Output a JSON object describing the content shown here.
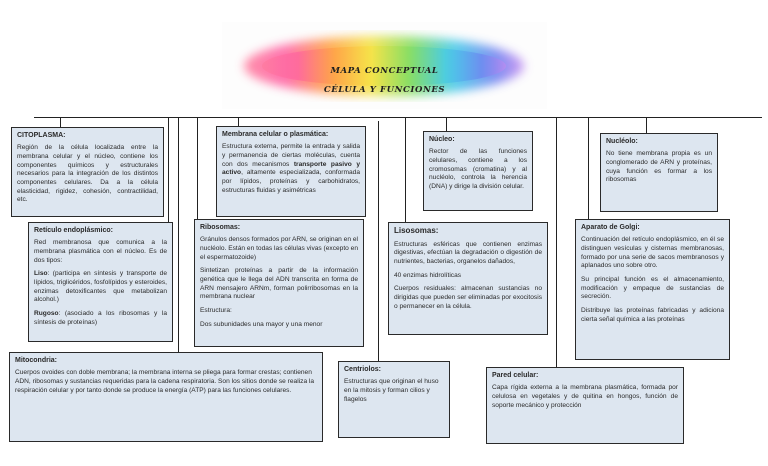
{
  "title": {
    "line1": "MAPA CONCEPTUAL",
    "line2": "CÉLULA Y FUNCIONES"
  },
  "boxes": {
    "citoplasma": {
      "title": "CITOPLASMA:",
      "text": "Región de la célula localizada entre la membrana celular y el núcleo, contiene los componentes químicos y estructurales necesarios para la integración de los distintos componentes celulares. Da a la célula elasticidad, rigidez, cohesión, contractilidad, etc."
    },
    "membrana": {
      "title": "Membrana celular o plasmática:",
      "text_a": "Estructura externa, permite la entrada y salida y permanencia de ciertas moléculas, cuenta con dos mecanismos ",
      "bold": "transporte pasivo y activo",
      "text_b": ", altamente especializada, conformada por lípidos, proteínas y carbohidratos, estructuras fluidas y asimétricas"
    },
    "nucleo": {
      "title": "Núcleo:",
      "text": "Rector de las funciones celulares, contiene a los cromosomas (cromatina) y al nucléolo, controla la herencia (DNA) y dirige la división celular."
    },
    "nucleolo": {
      "title": "Nucléolo:",
      "text": "No tiene membrana propia es un conglomerado de ARN y proteínas, cuya función es formar a los ribosomas"
    },
    "reticulo": {
      "title": "Retículo endoplásmico:",
      "intro": "Red membranosa que comunica a la membrana plasmática con el núcleo. Es de dos tipos:",
      "liso_label": "Liso",
      "liso_text": ": (participa en síntesis y transporte de lípidos, triglicéridos, fosfolípidos y esteroides, enzimas detoxificantes que metabolizan alcohol.)",
      "rugoso_label": "Rugoso",
      "rugoso_text": ": (asociado a los ribosomas y la síntesis de proteínas)"
    },
    "ribosomas": {
      "title": "Ribosomas:",
      "p1": "Gránulos densos formados por ARN, se originan en el nucléolo. Están en todas las células vivas (excepto en el espermatozoide)",
      "p2": "Sintetizan proteínas a partir de la información genética que le llega del ADN transcrita en forma de ARN mensajero ARNm, forman polirribosomas en la membrana nuclear",
      "p3": "Estructura:",
      "p4": "Dos subunidades una mayor y una menor"
    },
    "lisosomas": {
      "title": "Lisosomas:",
      "p1": "Estructuras esféricas que contienen enzimas digestivas, efectúan la degradación o digestión de nutrientes, bacterias, organelos dañados,",
      "p2": "40 enzimas hidrolíticas",
      "p3": "Cuerpos residuales: almacenan sustancias no dirigidas que pueden ser eliminadas por exocitosis o permanecer en la célula."
    },
    "golgi": {
      "title": "Aparato de Golgi:",
      "p1": "Continuación del retículo endoplásmico, en él se distinguen vesículas y cisternas membranosas, formado por una serie de sacos membranosos y aplanados uno sobre otro.",
      "p2": "Su principal función es el almacenamiento, modificación y empaque de sustancias de secreción.",
      "p3": "Distribuye las proteínas fabricadas y adiciona cierta señal química a las proteínas"
    },
    "mitocondria": {
      "title": "Mitocondria:",
      "text": "Cuerpos ovoides con doble membrana; la membrana interna se pliega para formar crestas; contienen ADN, ribosomas y sustancias requeridas para la cadena respiratoria. Son los sitios donde se realiza la respiración celular y por tanto donde se produce la energía (ATP) para las funciones celulares."
    },
    "centriolos": {
      "title": "Centriolos:",
      "text": "Estructuras que originan el huso en la mitosis y forman cilios y flagelos"
    },
    "pared": {
      "title": "Pared celular:",
      "text": "Capa rígida externa a la membrana plasmática, formada por celulosa en vegetales y de quitina en hongos, función de soporte mecánico y protección"
    }
  }
}
